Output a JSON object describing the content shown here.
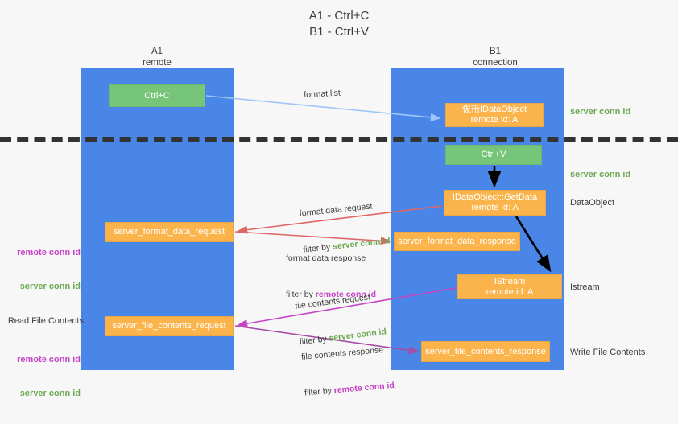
{
  "title": {
    "line1": "A1 - Ctrl+C",
    "line2": "B1 - Ctrl+V"
  },
  "columns": {
    "left": {
      "name": "A1",
      "role": "remote"
    },
    "right": {
      "name": "B1",
      "role": "connection"
    }
  },
  "colors": {
    "lane": "#4a86e8",
    "box_orange": "#fbb44c",
    "box_green": "#76c578",
    "server_conn_id": "#6aa84f",
    "remote_conn_id": "#c742c7",
    "arrow_blue": "#9fc5f8",
    "arrow_red": "#e06666",
    "arrow_magenta": "#c742c7",
    "arrow_purple": "#a64ca6",
    "arrow_black": "#000000",
    "divider": "#333333",
    "background": "#f7f7f7"
  },
  "boxes": {
    "ctrl_c": "Ctrl+C",
    "ctrl_v": "Ctrl+V",
    "idataobject": {
      "line1": "伖衎IDataObject",
      "line2": "remote id: A"
    },
    "getdata": {
      "line1": "IDataObject::GetData",
      "line2": "remote id: A"
    },
    "istream": {
      "line1": "IStream",
      "line2": "remote id: A"
    },
    "server_format_data_request": "server_format_data_request",
    "server_format_data_response": "server_format_data_response",
    "server_file_contents_request": "server_file_contents_request",
    "server_file_contents_response": "server_file_contents_response"
  },
  "edge_labels": {
    "format_list": "format list",
    "format_data_request": {
      "line1": "format data request",
      "filter_prefix": "filter by ",
      "filter_key": "server conn id"
    },
    "format_data_response": {
      "line1": "format data response",
      "filter_prefix": "filter by ",
      "filter_key": "remote conn id"
    },
    "file_contents_request": {
      "line1": "file contents request",
      "filter_prefix": "filter by ",
      "filter_key": "server conn id"
    },
    "file_contents_response": {
      "line1": "file contents response",
      "filter_prefix": "filter by ",
      "filter_key": "remote conn id"
    }
  },
  "side_labels": {
    "server_conn_id": "server conn id",
    "remote_conn_id": "remote conn id",
    "dataobject": "DataObject",
    "istream": "Istream",
    "write_file_contents": "Write File Contents",
    "read_file_contents": "Read File Contents"
  }
}
